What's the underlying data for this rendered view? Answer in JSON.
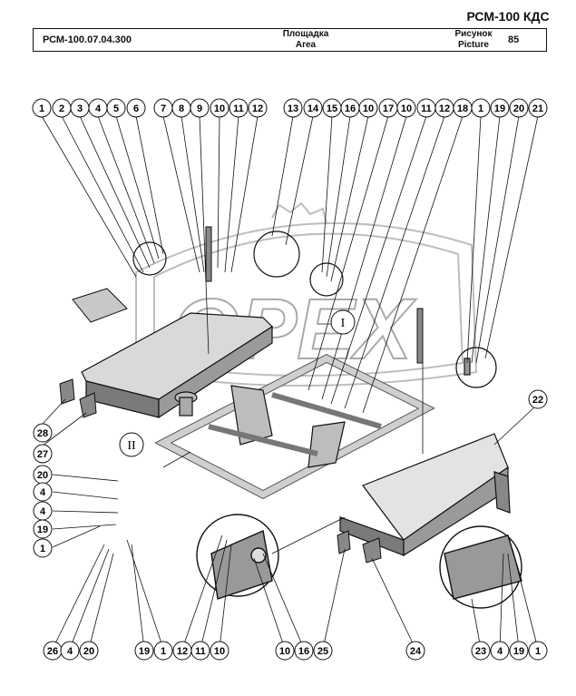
{
  "header": {
    "model": "РСМ-100 КДС",
    "doc_code": "РСМ-100.07.04.300",
    "title_ru": "Площадка",
    "title_en": "Area",
    "picture_ru": "Рисунок",
    "picture_en": "Picture",
    "picture_number": "85"
  },
  "watermark": "OPEX",
  "callouts_top": [
    "1",
    "2",
    "3",
    "4",
    "5",
    "6",
    "7",
    "8",
    "9",
    "10",
    "11",
    "12",
    "13",
    "14",
    "15",
    "16",
    "10",
    "17",
    "10",
    "11",
    "12",
    "18",
    "1",
    "19",
    "20",
    "21"
  ],
  "callouts_left": [
    "28",
    "27",
    "20",
    "4",
    "4",
    "19",
    "1"
  ],
  "callouts_bottom": [
    "26",
    "4",
    "20",
    "19",
    "1",
    "12",
    "11",
    "10",
    "10",
    "16",
    "25",
    "24",
    "23",
    "4",
    "19",
    "1"
  ],
  "callout_22": "22",
  "view_labels": [
    "I",
    "II"
  ]
}
